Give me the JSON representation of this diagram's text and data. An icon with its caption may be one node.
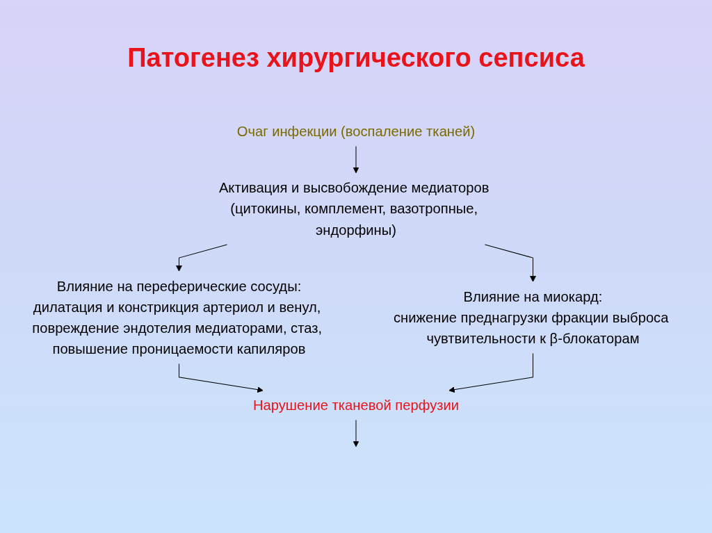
{
  "diagram": {
    "title": "Патогенез хирургического сепсиса",
    "nodes": [
      {
        "text": [
          "Очаг инфекции (воспаление тканей)"
        ]
      },
      {
        "text": [
          "Активация и высвобождение медиаторов (цитокины, комплемент, вазотропные, эндорфины)"
        ]
      },
      {
        "text": [
          "Влияние на переферические сосуды:",
          "дилатация и констрикция артериол и венул, повреждение эндотелия медиаторами, стаз, повышение проницаемости капиляров"
        ]
      },
      {
        "text": [
          "Влияние на миокард:",
          "снижение преднагрузки фракции выброса чувтвительности к β-блокаторам"
        ]
      },
      {
        "text": [
          "Нарушение тканевой перфузии"
        ]
      }
    ],
    "edges": [
      {
        "from": 0,
        "to": 1,
        "arrow": "to"
      },
      {
        "from": 1,
        "to": 2,
        "arrow": "to"
      },
      {
        "from": 1,
        "to": 3,
        "arrow": "to"
      },
      {
        "from": 2,
        "to": 4,
        "arrow": "to"
      },
      {
        "from": 3,
        "to": 4,
        "arrow": "to"
      },
      {
        "from": 4,
        "to": null,
        "arrow": "to"
      }
    ]
  }
}
